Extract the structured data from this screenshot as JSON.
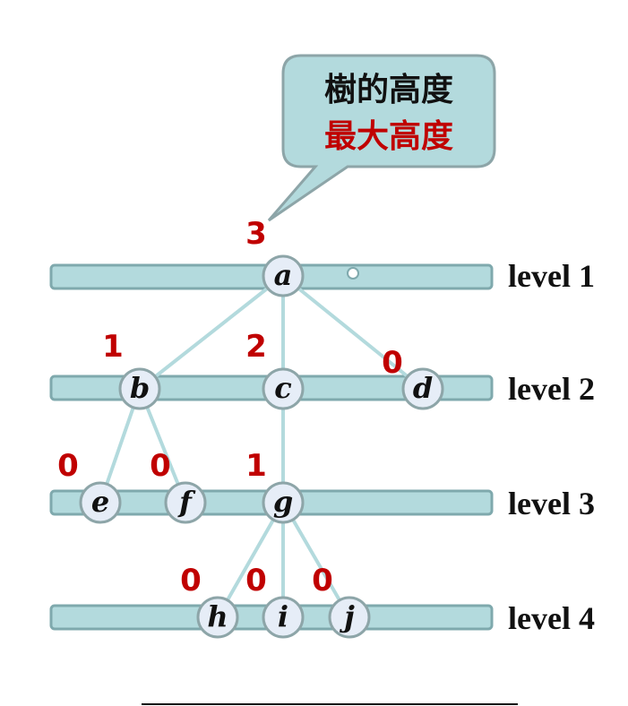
{
  "callout": {
    "line1": "樹的高度",
    "line2": "最大高度"
  },
  "levels": [
    "level 1",
    "level 2",
    "level 3",
    "level 4"
  ],
  "tree": {
    "nodes": [
      {
        "id": "a",
        "label": "a",
        "level": 1,
        "height": "3"
      },
      {
        "id": "b",
        "label": "b",
        "level": 2,
        "height": "1"
      },
      {
        "id": "c",
        "label": "c",
        "level": 2,
        "height": "2"
      },
      {
        "id": "d",
        "label": "d",
        "level": 2,
        "height": "0"
      },
      {
        "id": "e",
        "label": "e",
        "level": 3,
        "height": "0"
      },
      {
        "id": "f",
        "label": "f",
        "level": 3,
        "height": "0"
      },
      {
        "id": "g",
        "label": "g",
        "level": 3,
        "height": "1"
      },
      {
        "id": "h",
        "label": "h",
        "level": 4,
        "height": "0"
      },
      {
        "id": "i",
        "label": "i",
        "level": 4,
        "height": "0"
      },
      {
        "id": "j",
        "label": "j",
        "level": 4,
        "height": "0"
      }
    ],
    "edges": [
      [
        "a",
        "b"
      ],
      [
        "a",
        "c"
      ],
      [
        "a",
        "d"
      ],
      [
        "b",
        "e"
      ],
      [
        "b",
        "f"
      ],
      [
        "c",
        "g"
      ],
      [
        "g",
        "h"
      ],
      [
        "g",
        "i"
      ],
      [
        "g",
        "j"
      ]
    ]
  },
  "colors": {
    "bar": "#b3dadd",
    "node": "#e6edf7",
    "height_text": "#c00000",
    "highlight_text": "#c00000"
  }
}
